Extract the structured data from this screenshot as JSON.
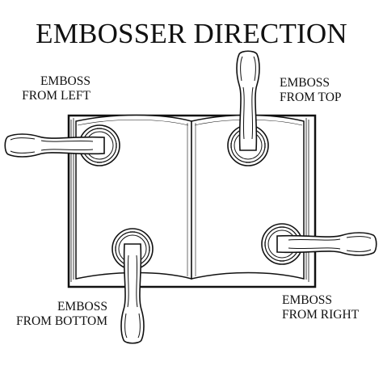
{
  "title": "EMBOSSER DIRECTION",
  "labels": {
    "left": {
      "line1": "EMBOSS",
      "line2": "FROM LEFT"
    },
    "top": {
      "line1": "EMBOSS",
      "line2": "FROM TOP"
    },
    "bottom": {
      "line1": "EMBOSS",
      "line2": "FROM BOTTOM"
    },
    "right": {
      "line1": "EMBOSS",
      "line2": "FROM RIGHT"
    }
  },
  "colors": {
    "ink": "#111111",
    "paper": "#ffffff"
  }
}
